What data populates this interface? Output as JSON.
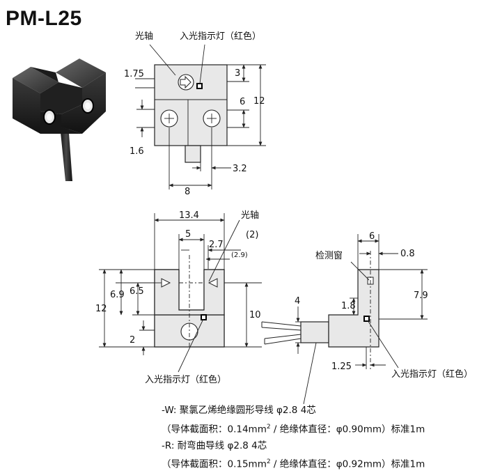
{
  "title": "PM-L25",
  "labels": {
    "optical_axis": "光轴",
    "indicator_red": "入光指示灯（红色）",
    "detect_window": "检测窗"
  },
  "top_view": {
    "d_1_75": "1.75",
    "d_3": "3",
    "d_6": "6",
    "d_12": "12",
    "d_1_6": "1.6",
    "d_3_2": "3.2",
    "d_8": "8"
  },
  "front_view": {
    "d_13_4": "13.4",
    "d_5": "5",
    "d_2_7": "2.7",
    "d_2_9": "(2.9)",
    "d_2_paren": "(2)",
    "d_6_9": "6.9",
    "d_6_5": "6.5",
    "d_12": "12",
    "d_10": "10",
    "d_2": "2"
  },
  "side_view": {
    "d_6": "6",
    "d_0_8": "0.8",
    "d_7_9": "7.9",
    "d_4": "4",
    "d_1_8": "1.8",
    "d_1_25": "1.25"
  },
  "cable_spec": {
    "w_prefix": "-W: ",
    "w_main": "聚氯乙烯绝缘圆形导线 φ2.8 4芯",
    "w_detail_a": "（导体截面积：0.14mm",
    "w_detail_sup": "2",
    "w_detail_b": " / 绝缘体直径：φ0.90mm）标准1m",
    "r_prefix": "-R: ",
    "r_main": "耐弯曲导线 φ2.8 4芯",
    "r_detail_a": "（导体截面积：0.15mm",
    "r_detail_sup": "2",
    "r_detail_b": " / 绝缘体直径：φ0.92mm）标准1m"
  }
}
